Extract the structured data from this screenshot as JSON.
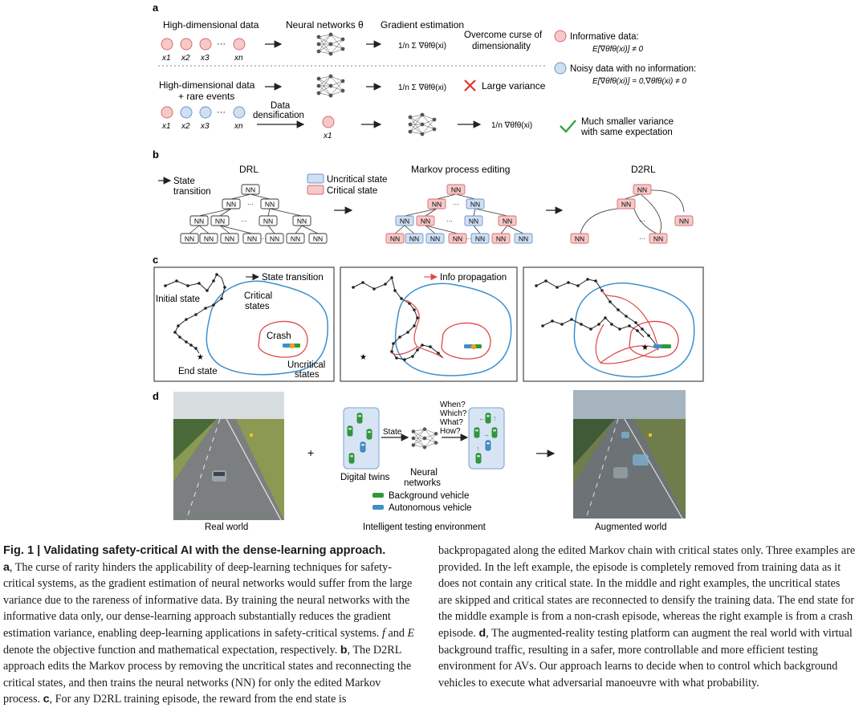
{
  "panel_a": {
    "label": "a",
    "high_dim_data": "High-dimensional data",
    "neural_networks": "Neural networks θ",
    "gradient_estimation": "Gradient estimation",
    "overcome_1": "Overcome curse of",
    "overcome_2": "dimensionality",
    "informative_1": "Informative data:",
    "informative_2": "E[∇θfθ(xi)] ≠ 0",
    "noisy_1": "Noisy data with no information:",
    "noisy_2": "E[∇θfθ(xi)] = 0,∇θfθ(xi) ≠ 0",
    "high_dim_rare_1": "High-dimensional data",
    "high_dim_rare_2": "+ rare events",
    "large_variance": "Large variance",
    "densification_1": "Data",
    "densification_2": "densification",
    "smaller_var_1": "Much smaller variance",
    "smaller_var_2": "with same expectation",
    "x_labels": [
      "x1",
      "x2",
      "x3",
      "xn"
    ],
    "x1": "x1",
    "sum_formula": "1/n Σ ∇θfθ(xi)",
    "single_formula": "1/n ∇θfθ(xi)",
    "ellipsis": "···"
  },
  "panel_b": {
    "label": "b",
    "state_transition_1": "State",
    "state_transition_2": "transition",
    "drl_title": "DRL",
    "uncritical_state": "Uncritical state",
    "critical_state": "Critical state",
    "markov_title": "Markov process editing",
    "d2rl_title": "D2RL",
    "nn": "NN"
  },
  "panel_c": {
    "label": "c",
    "state_transition": "State transition",
    "initial_state": "Initial state",
    "critical_states_1": "Critical",
    "critical_states_2": "states",
    "crash": "Crash",
    "end_state": "End state",
    "uncritical_1": "Uncritical",
    "uncritical_2": "states",
    "info_propagation": "Info propagation"
  },
  "panel_d": {
    "label": "d",
    "real_world": "Real world",
    "plus": "+",
    "state": "State",
    "questions": [
      "When?",
      "Which?",
      "What?",
      "How?"
    ],
    "digital_twins": "Digital twins",
    "neural_networks_1": "Neural",
    "neural_networks_2": "networks",
    "background_vehicle": "Background vehicle",
    "autonomous_vehicle": "Autonomous vehicle",
    "intelligent_env": "Intelligent testing environment",
    "augmented_world": "Augmented world"
  },
  "colors": {
    "critical_fill": "#f6c9c9",
    "critical_stroke": "#d96a6a",
    "uncritical_fill": "#cfe0f3",
    "uncritical_stroke": "#6e95c8",
    "check_green": "#3aa04a",
    "cross_red": "#e0352b",
    "region_blue": "#3b8fd0",
    "region_red": "#e04848"
  },
  "caption": {
    "title": "Fig. 1 | Validating safety-critical AI with the dense-learning approach.",
    "left": [
      {
        "bold": "a",
        "text": ", The curse of rarity hinders the applicability of deep-learning techniques for safety-critical systems, as the gradient estimation of neural networks would suffer from the large variance due to the rareness of informative data. By training the neural networks with the informative data only, our dense-learning approach substantially reduces the gradient estimation variance, enabling deep-learning applications in safety-critical systems. "
      },
      {
        "italic": "f",
        "text": " and "
      },
      {
        "italic": "E",
        "text": " denote the objective function and mathematical expectation, respectively. "
      },
      {
        "bold": "b",
        "text": ", The D2RL approach edits the Markov process by removing the uncritical states and reconnecting the critical states, and then trains the neural networks (NN) for only the edited Markov process. "
      },
      {
        "bold": "c",
        "text": ", For any D2RL training episode, the reward from the end state is"
      }
    ],
    "right": [
      {
        "text": "backpropagated along the edited Markov chain with critical states only. Three examples are provided. In the left example, the episode is completely removed from training data as it does not contain any critical state. In the middle and right examples, the uncritical states are skipped and critical states are reconnected to densify the training data. The end state for the middle example is from a non-crash episode, whereas the right example is from a crash episode. "
      },
      {
        "bold": "d",
        "text": ", The augmented-reality testing platform can augment the real world with virtual background traffic, resulting in a safer, more controllable and more efficient testing environment for AVs. Our approach learns to decide when to control which background vehicles to execute what adversarial manoeuvre with what probability."
      }
    ]
  }
}
